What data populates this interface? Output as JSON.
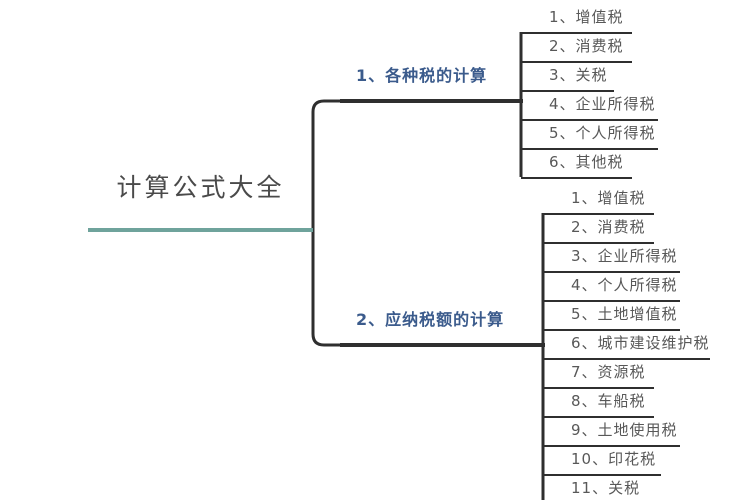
{
  "diagram": {
    "type": "mind-map",
    "title": "计算公式大全",
    "colors": {
      "root_line": "#6fa39c",
      "root_text": "#4a4a4a",
      "branch_text": "#3b5b8c",
      "leaf_text": "#585858",
      "connector": "#2f2f2f",
      "background": "#ffffff"
    }
  },
  "root": {
    "label": "计算公式大全"
  },
  "branches": [
    {
      "label": "1、各种税的计算",
      "leaves": [
        {
          "label": "1、增值税",
          "width": 111
        },
        {
          "label": "2、消费税",
          "width": 111
        },
        {
          "label": "3、关税",
          "width": 93
        },
        {
          "label": "4、企业所得税",
          "width": 137
        },
        {
          "label": "5、个人所得税",
          "width": 137
        },
        {
          "label": "6、其他税",
          "width": 111
        }
      ]
    },
    {
      "label": "2、应纳税额的计算",
      "leaves": [
        {
          "label": "1、增值税",
          "width": 111
        },
        {
          "label": "2、消费税",
          "width": 111
        },
        {
          "label": "3、企业所得税",
          "width": 137
        },
        {
          "label": "4、个人所得税",
          "width": 137
        },
        {
          "label": "5、土地增值税",
          "width": 137
        },
        {
          "label": "6、城市建设维护税",
          "width": 167
        },
        {
          "label": "7、资源税",
          "width": 111
        },
        {
          "label": "8、车船税",
          "width": 111
        },
        {
          "label": "9、土地使用税",
          "width": 137
        },
        {
          "label": "10、印花税",
          "width": 118
        },
        {
          "label": "11、关税",
          "width": 100
        }
      ]
    }
  ]
}
